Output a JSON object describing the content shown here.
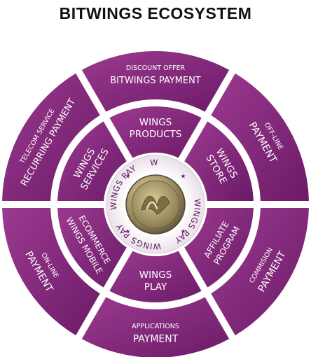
{
  "title": "BITWINGS ECOSYSTEM",
  "colors": {
    "purple_dark": "#6c1a68",
    "purple_light": "#9b3a8f",
    "inner_ring": "#f3eef3",
    "coin_gold": "#b8a77a",
    "star": "#7a1f74"
  },
  "center_ring": {
    "labels": [
      "WINGS PAY",
      "WINGS PAY",
      "WINGS PAY",
      "WINGS PAY"
    ],
    "coin_icon": "bitwings-coin-icon"
  },
  "inner_segments": [
    {
      "id": "wings-products",
      "lines": [
        "WINGS",
        "PRODUCTS"
      ]
    },
    {
      "id": "wings-store",
      "lines": [
        "WINGS",
        "STORE"
      ]
    },
    {
      "id": "affiliate-program",
      "lines": [
        "AFFILIATE",
        "PROGRAM"
      ]
    },
    {
      "id": "wings-play",
      "lines": [
        "WINGS",
        "PLAY"
      ]
    },
    {
      "id": "ecommerce",
      "lines": [
        "ECOMMERCE",
        "WINGS MOBILE"
      ]
    },
    {
      "id": "wings-services",
      "lines": [
        "WINGS",
        "SERVICES"
      ]
    }
  ],
  "outer_segments": [
    {
      "id": "discount-offer",
      "small": "DISCOUNT OFFER",
      "big": "BITWINGS PAYMENT"
    },
    {
      "id": "off-line",
      "small": "OFF-LINE",
      "big": "PAYMENT"
    },
    {
      "id": "commission",
      "small": "COMMISION",
      "big": "PAYMENT"
    },
    {
      "id": "applications",
      "small": "APPLICATIONS",
      "big": "PAYMENT"
    },
    {
      "id": "on-line",
      "small": "ON-LINE",
      "big": "PAYMENT"
    },
    {
      "id": "telecom",
      "small": "TELECOM SERVICE",
      "big": "RECURRING PAYMENT"
    }
  ]
}
